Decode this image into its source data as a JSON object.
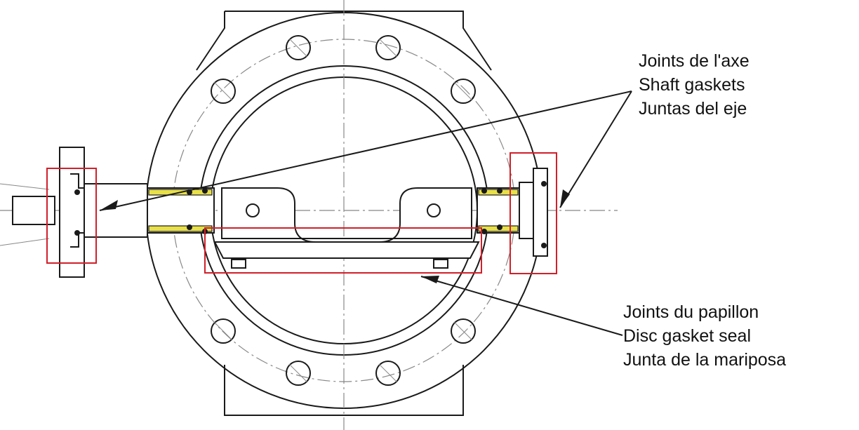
{
  "labels": {
    "shaft": [
      "Joints de l'axe",
      "Shaft gaskets",
      "Juntas del eje"
    ],
    "disc": [
      "Joints du papillon",
      "Disc gasket seal",
      "Junta de la mariposa"
    ]
  },
  "colors": {
    "line": "#1a1a1a",
    "highlight_box": "#d0202a",
    "gasket": "#e8e04a",
    "centerline": "#888888"
  }
}
